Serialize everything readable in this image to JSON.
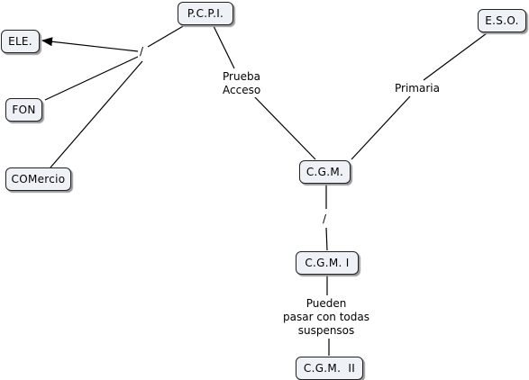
{
  "nodes": {
    "pcpi": "P.C.P.I.",
    "eso": "E.S.O.",
    "ele": "ELE.",
    "fon": "FON",
    "comercio": "COMercio",
    "cgm": "C.G.M.",
    "cgm1": "C.G.M. I",
    "cgm2": "C.G.M.  II"
  },
  "links": {
    "slash_top": "/",
    "prueba_acceso": "Prueba\nAcceso",
    "primaria": "Primaria",
    "slash_mid": "/",
    "pueden": "Pueden\npasar con todas\nsuspensos"
  },
  "colors": {
    "node_fill": "#eef2f7",
    "node_border": "#222222",
    "line": "#000000"
  }
}
